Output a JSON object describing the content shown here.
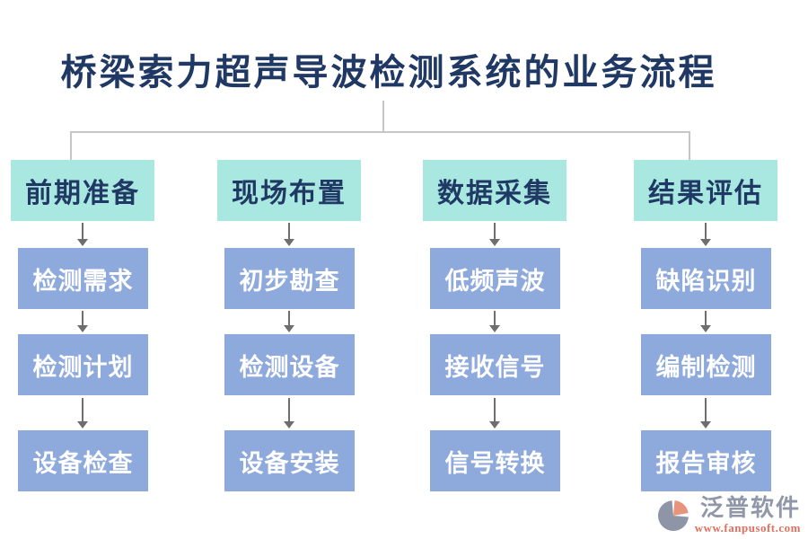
{
  "title": "桥梁索力超声导波检测系统的业务流程",
  "columns": [
    {
      "header": "前期准备",
      "steps": [
        "检测需求",
        "检测计划",
        "设备检查"
      ]
    },
    {
      "header": "现场布置",
      "steps": [
        "初步勘查",
        "检测设备",
        "设备安装"
      ]
    },
    {
      "header": "数据采集",
      "steps": [
        "低频声波",
        "接收信号",
        "信号转换"
      ]
    },
    {
      "header": "结果评估",
      "steps": [
        "缺陷识别",
        "编制检测",
        "报告审核"
      ]
    }
  ],
  "logo": {
    "name": "泛普软件",
    "url": "www.fanpusoft.com"
  },
  "colors": {
    "title_text": "#1F3864",
    "header_bg": "#A9E8E0",
    "header_text": "#1F3864",
    "step_bg": "#8EA9DB",
    "step_text": "#FFFFFF",
    "connector": "#C6C6C6",
    "arrow": "#6E6E6E",
    "logo_text": "#9097A9",
    "logo_url": "#E0705F",
    "logo_icon_gray": "#8D95A6",
    "logo_icon_accent": "#E8937B"
  }
}
